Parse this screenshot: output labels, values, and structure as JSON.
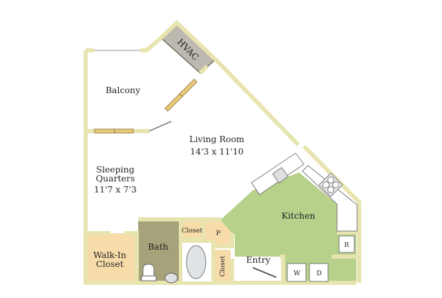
{
  "rooms": {
    "hvac": "HVAC",
    "balcony": "Balcony",
    "living_room": "Living Room",
    "living_room_size": "14'3 x 11'10",
    "sleeping_line1": "Sleeping",
    "sleeping_line2": "Quarters",
    "sleeping_size": "11'7 x 7'3",
    "kitchen": "Kitchen",
    "walkin_line1": "Walk-In",
    "walkin_line2": "Closet",
    "bath": "Bath",
    "closet_top": "Closet",
    "closet_side": "Closet",
    "pantry": "P",
    "entry": "Entry"
  },
  "appliances": {
    "refrigerator": "R",
    "washer": "W",
    "dryer": "D"
  },
  "colors": {
    "kitchen": "#b7d08a",
    "bath": "#a6a27a",
    "closet": "#f7dcaa",
    "hvac": "#bdb8b0",
    "wall": "#e7e4b0",
    "window": "#e9c77a"
  }
}
